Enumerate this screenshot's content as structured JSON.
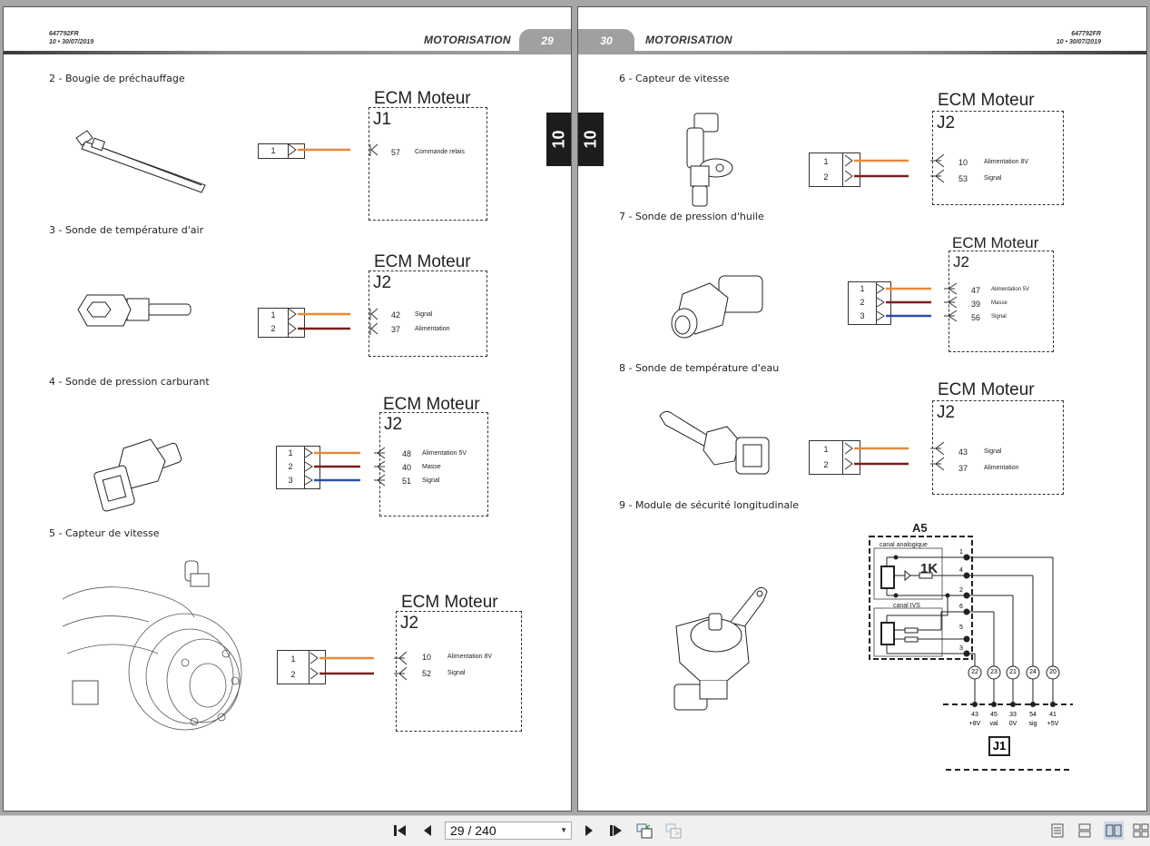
{
  "document": {
    "code": "647792FR",
    "revision": "10 • 30/07/2019",
    "section_title": "MOTORISATION",
    "section_tab": "10"
  },
  "pages": {
    "left": {
      "number": "29"
    },
    "right": {
      "number": "30"
    }
  },
  "ecm_title": "ECM Moteur",
  "sections": [
    {
      "title": "2 - Bougie de préchauffage",
      "image": "glow-plug-illustration",
      "connector": "J1",
      "plug_pins": [
        "1"
      ],
      "wires": [
        {
          "color": "#e8893a",
          "pin": "57",
          "label": "Commande relais"
        }
      ]
    },
    {
      "title": "3 - Sonde de température d'air",
      "image": "air-temperature-sensor-illustration",
      "connector": "J2",
      "plug_pins": [
        "1",
        "2"
      ],
      "wires": [
        {
          "color": "#e8893a",
          "pin": "42",
          "label": "Signal"
        },
        {
          "color": "#7a1f1f",
          "pin": "37",
          "label": "Alimentation"
        }
      ]
    },
    {
      "title": "4 - Sonde de pression carburant",
      "image": "fuel-pressure-sensor-illustration",
      "connector": "J2",
      "plug_pins": [
        "1",
        "2",
        "3"
      ],
      "wires": [
        {
          "color": "#e8893a",
          "pin": "48",
          "label": "Alimentation 5V"
        },
        {
          "color": "#7a1f1f",
          "pin": "40",
          "label": "Masse"
        },
        {
          "color": "#2f4fa8",
          "pin": "51",
          "label": "Signal"
        }
      ]
    },
    {
      "title": "5 - Capteur de vitesse",
      "image": "crankshaft-speed-sensor-illustration",
      "connector": "J2",
      "plug_pins": [
        "1",
        "2"
      ],
      "wires": [
        {
          "color": "#e8893a",
          "pin": "10",
          "label": "Alimentation 8V"
        },
        {
          "color": "#7a1f1f",
          "pin": "52",
          "label": "Signal"
        }
      ]
    },
    {
      "title": "6 - Capteur de vitesse",
      "image": "speed-sensor-illustration",
      "connector": "J2",
      "plug_pins": [
        "1",
        "2"
      ],
      "wires": [
        {
          "color": "#e8893a",
          "pin": "10",
          "label": "Alimentation 8V"
        },
        {
          "color": "#7a1f1f",
          "pin": "53",
          "label": "Signal"
        }
      ]
    },
    {
      "title": "7 - Sonde de pression d'huile",
      "image": "oil-pressure-sensor-illustration",
      "connector": "J2",
      "plug_pins": [
        "1",
        "2",
        "3"
      ],
      "wires": [
        {
          "color": "#e8893a",
          "pin": "47",
          "label": "Alimentation 5V"
        },
        {
          "color": "#7a1f1f",
          "pin": "39",
          "label": "Masse"
        },
        {
          "color": "#2f4fa8",
          "pin": "56",
          "label": "Signal"
        }
      ]
    },
    {
      "title": "8 - Sonde de température d'eau",
      "image": "water-temperature-sensor-illustration",
      "connector": "J2",
      "plug_pins": [
        "1",
        "2"
      ],
      "wires": [
        {
          "color": "#e8893a",
          "pin": "43",
          "label": "Signal"
        },
        {
          "color": "#7a1f1f",
          "pin": "37",
          "label": "Alimentation"
        }
      ]
    },
    {
      "title": "9 - Module de sécurité longitudinale",
      "image": "longitudinal-safety-module-illustration"
    }
  ],
  "module_diagram": {
    "name": "A5",
    "channel_analog": "canal analogique",
    "channel_ivs": "canal IVS",
    "resistor": "1K",
    "internal_pins": [
      "1",
      "4",
      "2",
      "6",
      "5",
      "3"
    ],
    "harness_nodes": [
      "22",
      "23",
      "21",
      "24",
      "20"
    ],
    "j1_pins": [
      {
        "pin": "43",
        "label": "+8V"
      },
      {
        "pin": "45",
        "label": "val"
      },
      {
        "pin": "33",
        "label": "0V"
      },
      {
        "pin": "54",
        "label": "sig"
      },
      {
        "pin": "41",
        "label": "+5V"
      }
    ],
    "connector": "J1"
  },
  "toolbar": {
    "page_field": "29 / 240",
    "icons": [
      "first-page-icon",
      "prev-page-icon",
      "next-page-icon",
      "last-page-icon",
      "previous-view-icon",
      "next-view-icon"
    ],
    "view_modes": [
      "single-page-icon",
      "continuous-icon",
      "facing-icon",
      "continuous-facing-icon"
    ],
    "active_view": "facing-icon"
  }
}
